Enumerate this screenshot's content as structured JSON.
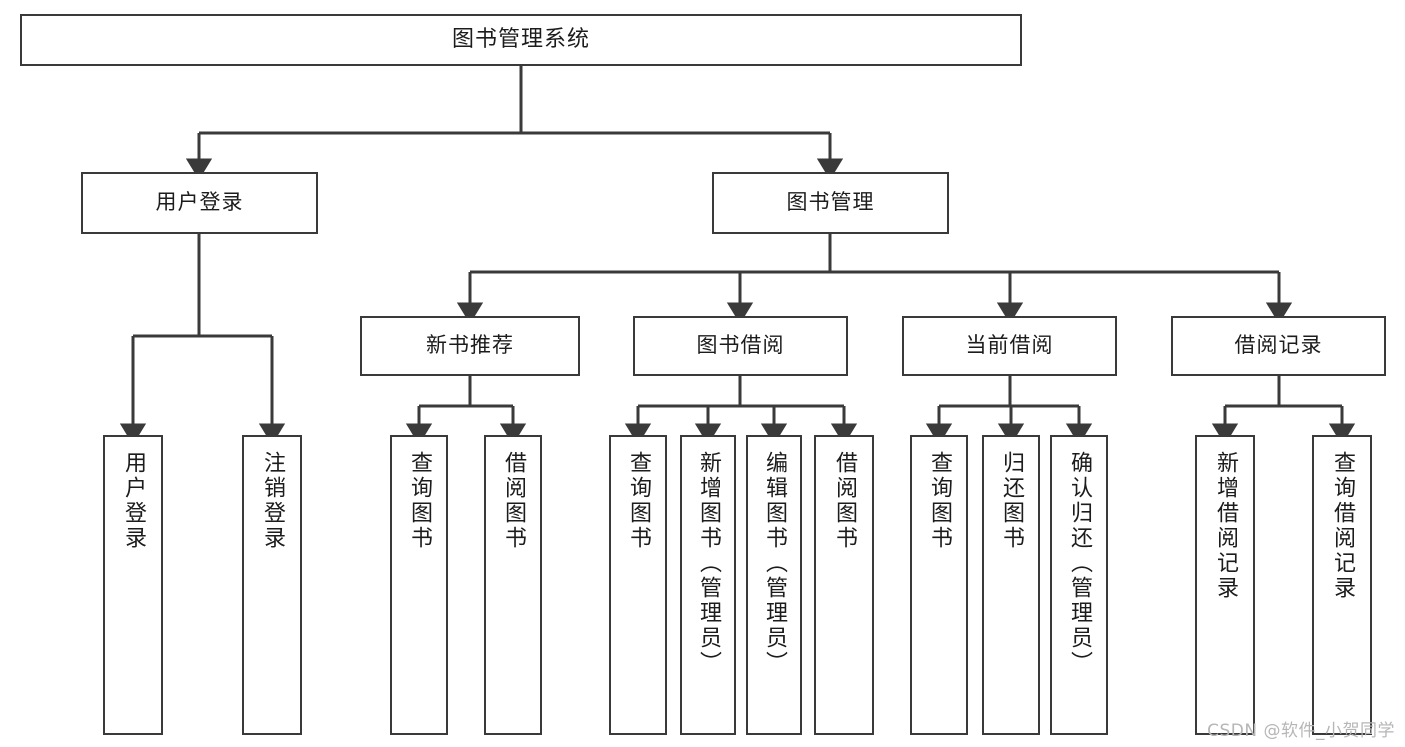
{
  "diagram": {
    "type": "tree",
    "title": "图书管理系统",
    "root": {
      "id": "root",
      "label": "图书管理系统"
    },
    "level2": [
      {
        "id": "user-login",
        "label": "用户登录"
      },
      {
        "id": "book-manage",
        "label": "图书管理"
      }
    ],
    "level3": [
      {
        "id": "new-book-rec",
        "label": "新书推荐",
        "parent": "book-manage"
      },
      {
        "id": "book-borrow",
        "label": "图书借阅",
        "parent": "book-manage"
      },
      {
        "id": "current-borrow",
        "label": "当前借阅",
        "parent": "book-manage"
      },
      {
        "id": "borrow-record",
        "label": "借阅记录",
        "parent": "book-manage"
      }
    ],
    "leaves": [
      {
        "id": "leaf-user-login",
        "label": "用户登录",
        "parent": "user-login"
      },
      {
        "id": "leaf-logout",
        "label": "注销登录",
        "parent": "user-login"
      },
      {
        "id": "leaf-query-book-1",
        "label": "查询图书",
        "parent": "new-book-rec"
      },
      {
        "id": "leaf-borrow-book-1",
        "label": "借阅图书",
        "parent": "new-book-rec"
      },
      {
        "id": "leaf-query-book-2",
        "label": "查询图书",
        "parent": "book-borrow"
      },
      {
        "id": "leaf-add-book",
        "label": "新增图书（管理员）",
        "parent": "book-borrow"
      },
      {
        "id": "leaf-edit-book",
        "label": "编辑图书（管理员）",
        "parent": "book-borrow"
      },
      {
        "id": "leaf-borrow-book-2",
        "label": "借阅图书",
        "parent": "book-borrow"
      },
      {
        "id": "leaf-query-book-3",
        "label": "查询图书",
        "parent": "current-borrow"
      },
      {
        "id": "leaf-return-book",
        "label": "归还图书",
        "parent": "current-borrow"
      },
      {
        "id": "leaf-confirm-return",
        "label": "确认归还（管理员）",
        "parent": "current-borrow"
      },
      {
        "id": "leaf-add-record",
        "label": "新增借阅记录",
        "parent": "borrow-record"
      },
      {
        "id": "leaf-query-record",
        "label": "查询借阅记录",
        "parent": "borrow-record"
      }
    ],
    "colors": {
      "stroke": "#3a3a3a",
      "fill": "#ffffff",
      "text": "#1c1c1c",
      "watermark": "#b6b6b6"
    }
  },
  "watermark": {
    "text": "CSDN @软件_小贺同学"
  }
}
